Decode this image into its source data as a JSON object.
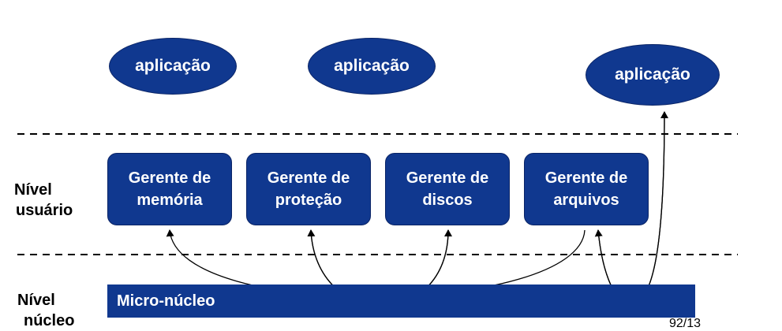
{
  "applications": [
    {
      "label": "aplicação"
    },
    {
      "label": "aplicação"
    },
    {
      "label": "aplicação"
    }
  ],
  "levels": {
    "user": {
      "line1": "Nível",
      "line2": "usuário"
    },
    "kernel": {
      "line1": "Nível",
      "line2": "núcleo"
    }
  },
  "managers": [
    {
      "line1": "Gerente de",
      "line2": "memória"
    },
    {
      "line1": "Gerente de",
      "line2": "proteção"
    },
    {
      "line1": "Gerente de",
      "line2": "discos"
    },
    {
      "line1": "Gerente de",
      "line2": "arquivos"
    }
  ],
  "kernel_bar": {
    "label": "Micro-núcleo"
  },
  "page_number": "92/13",
  "colors": {
    "node_fill": "#10388f",
    "node_border": "#0a2466",
    "text": "#ffffff"
  }
}
